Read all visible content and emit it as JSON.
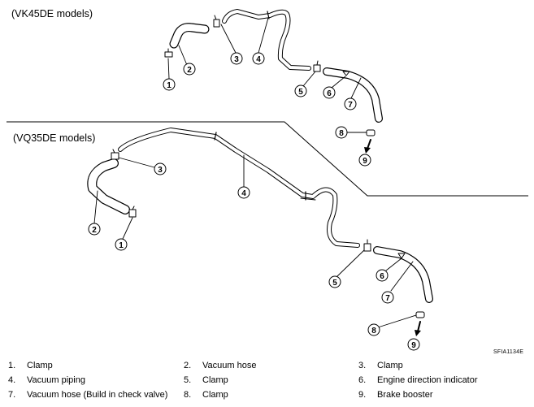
{
  "sections": [
    {
      "title": "(VK45DE models)"
    },
    {
      "title": "(VQ35DE models)"
    }
  ],
  "callouts": {
    "top": [
      "1",
      "2",
      "3",
      "4",
      "5",
      "6",
      "7",
      "8",
      "9"
    ],
    "bottom": [
      "1",
      "2",
      "3",
      "4",
      "5",
      "6",
      "7",
      "8",
      "9"
    ]
  },
  "figure_code": "SFIA1134E",
  "legend": [
    {
      "num": "1.",
      "label": "Clamp"
    },
    {
      "num": "2.",
      "label": "Vacuum hose"
    },
    {
      "num": "3.",
      "label": "Clamp"
    },
    {
      "num": "4.",
      "label": "Vacuum piping"
    },
    {
      "num": "5.",
      "label": "Clamp"
    },
    {
      "num": "6.",
      "label": "Engine direction indicator"
    },
    {
      "num": "7.",
      "label": "Vacuum hose (Build in check valve)"
    },
    {
      "num": "8.",
      "label": "Clamp"
    },
    {
      "num": "9.",
      "label": "Brake booster"
    }
  ]
}
